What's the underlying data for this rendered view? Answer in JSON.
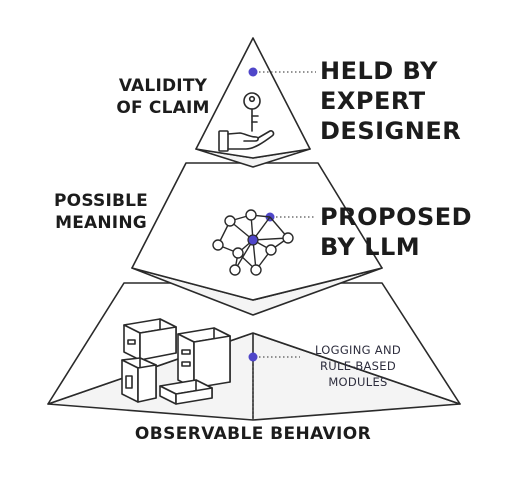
{
  "tiers": {
    "top": {
      "label_lines": [
        "VALIDITY",
        "OF CLAIM"
      ],
      "callout_lines": [
        "HELD BY",
        "EXPERT",
        "DESIGNER"
      ],
      "icon": "key-in-hand-icon"
    },
    "middle": {
      "label_lines": [
        "POSSIBLE",
        "MEANING"
      ],
      "callout_lines": [
        "PROPOSED",
        "BY LLM"
      ],
      "icon": "network-graph-icon"
    },
    "bottom": {
      "label": "OBSERVABLE BEHAVIOR",
      "callout_lines": [
        "LOGGING AND",
        "RULE-BASED",
        "MODULES"
      ],
      "icon": "server-modules-icon"
    }
  },
  "colors": {
    "accent_dot": "#4f46c9",
    "outline": "#2a2a2a"
  }
}
